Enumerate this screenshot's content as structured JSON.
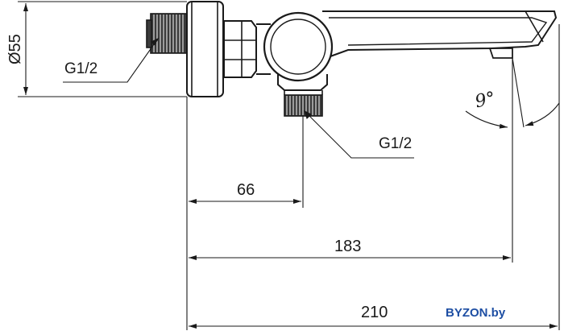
{
  "dimensions": {
    "diameter": "Ø55",
    "thread_inlet": "G1/2",
    "thread_outlet": "G1/2",
    "outlet_offset": "66",
    "spout_reach": "183",
    "overall_length": "210",
    "spout_angle": "9°"
  },
  "watermark": "BYZON.by",
  "colors": {
    "line": "#1a1a1a",
    "watermark": "#1d4ea3"
  }
}
